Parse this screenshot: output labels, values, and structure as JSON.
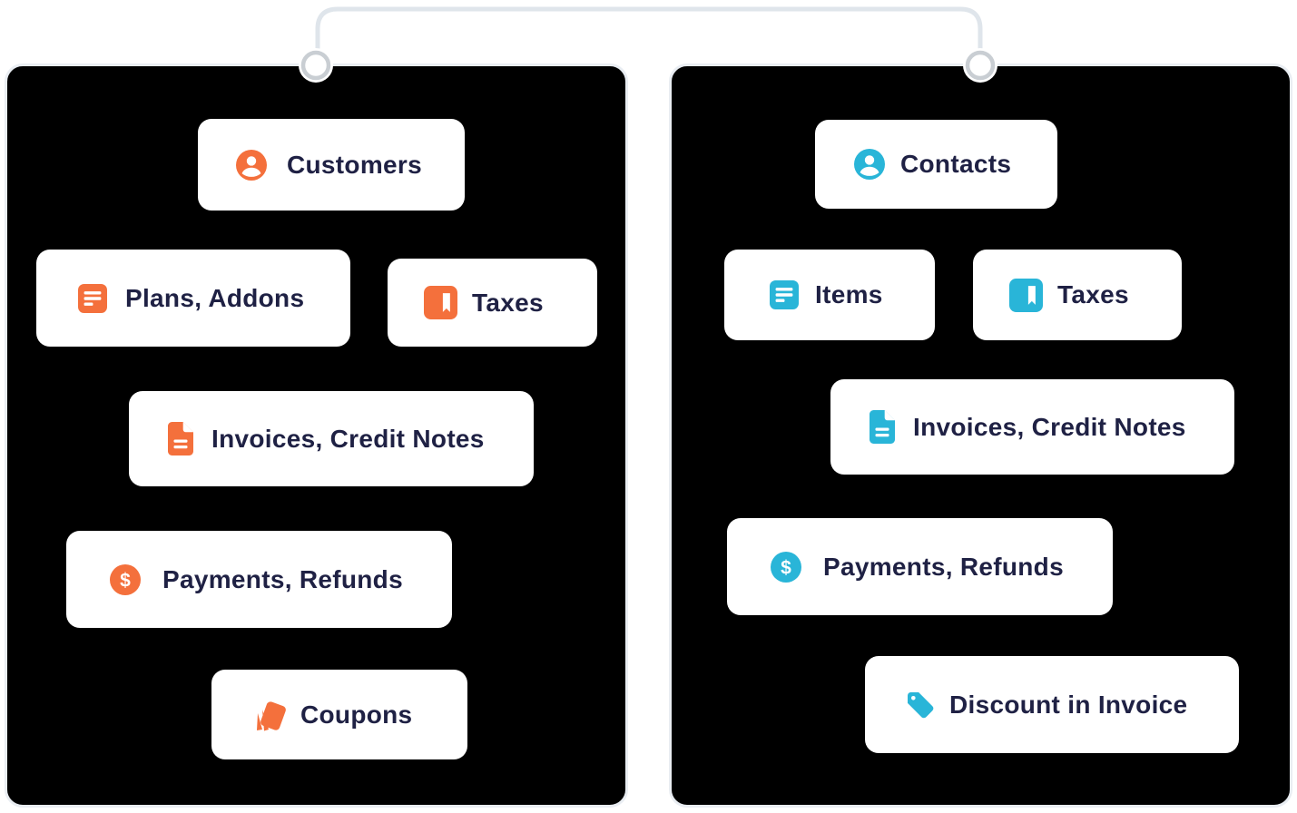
{
  "colors": {
    "orange": "#F4703C",
    "cyan": "#29B5D8",
    "text": "#1F2144",
    "panel_bg": "#000000",
    "panel_border": "#E9EDF2",
    "chip_bg": "#FFFFFF",
    "connector": "#DFE5EB",
    "node_ring": "#C9CED3"
  },
  "diagram": {
    "left_panel": {
      "accent": "orange",
      "items": [
        {
          "label": "Customers",
          "icon": "user-icon"
        },
        {
          "label": "Plans, Addons",
          "icon": "list-icon"
        },
        {
          "label": "Taxes",
          "icon": "bookmark-icon"
        },
        {
          "label": "Invoices, Credit Notes",
          "icon": "document-icon"
        },
        {
          "label": "Payments, Refunds",
          "icon": "dollar-icon"
        },
        {
          "label": "Coupons",
          "icon": "coupons-icon"
        }
      ]
    },
    "right_panel": {
      "accent": "cyan",
      "items": [
        {
          "label": "Contacts",
          "icon": "user-icon"
        },
        {
          "label": "Items",
          "icon": "list-icon"
        },
        {
          "label": "Taxes",
          "icon": "bookmark-icon"
        },
        {
          "label": "Invoices, Credit Notes",
          "icon": "document-icon"
        },
        {
          "label": "Payments, Refunds",
          "icon": "dollar-icon"
        },
        {
          "label": "Discount in Invoice",
          "icon": "tag-icon"
        }
      ]
    }
  }
}
